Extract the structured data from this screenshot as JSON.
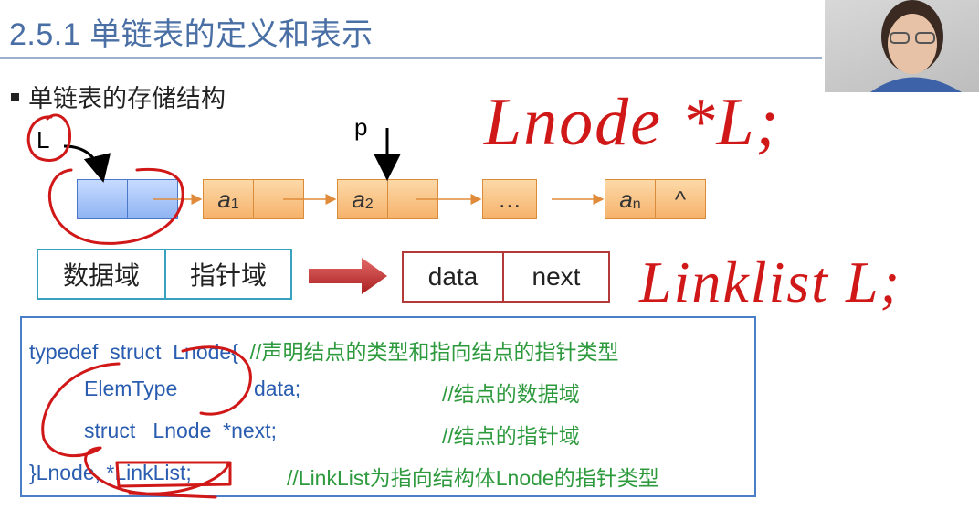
{
  "slide": {
    "title": "2.5.1 单链表的定义和表示",
    "bullet": "单链表的存储结构"
  },
  "diagram": {
    "head_label": "L",
    "pointer_label": "p",
    "nodes": [
      {
        "data": "a",
        "sub": "1",
        "next": ""
      },
      {
        "data": "a",
        "sub": "2",
        "next": ""
      },
      {
        "data": "…",
        "sub": "",
        "next": ""
      },
      {
        "data": "a",
        "sub": "n",
        "next": "^"
      }
    ]
  },
  "node_fields": {
    "data_field": "数据域",
    "pointer_field": "指针域"
  },
  "node_struct": {
    "data": "data",
    "next": "next"
  },
  "code": {
    "l1": "typedef  struct  Lnode{ ",
    "l1c": " //声明结点的类型和指向结点的指针类型",
    "l2": "ElemType",
    "l2b": "data;",
    "l2c": "//结点的数据域",
    "l3": "struct   Lnode  *next;",
    "l3c": "//结点的指针域",
    "l4": "}Lnode, *LinkList;",
    "l4c": "//LinkList为指向结构体Lnode的指针类型"
  },
  "handwriting": {
    "line1": "Lnode *L;",
    "line2": "Linklist L;"
  },
  "colors": {
    "title": "#4a6fa5",
    "code": "#2a5db0",
    "comment": "#2e9a3e",
    "ink": "#d01818"
  }
}
